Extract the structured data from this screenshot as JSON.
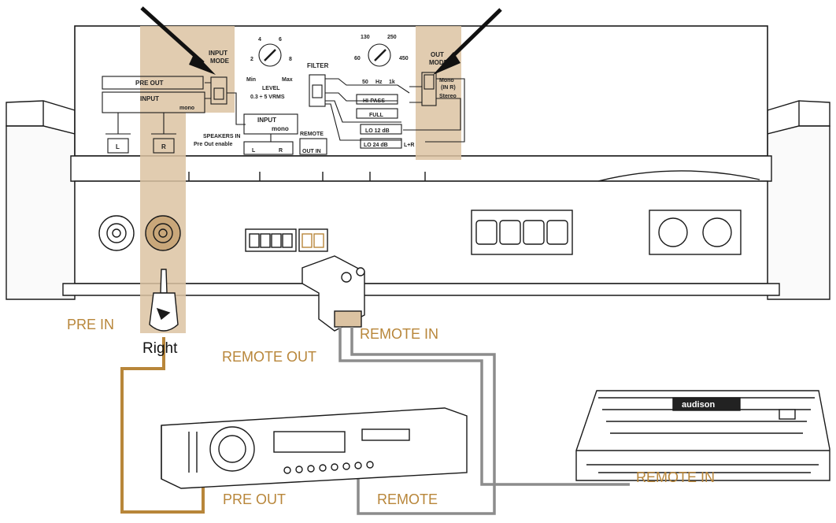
{
  "panel": {
    "input_mode": [
      "INPUT",
      "MODE"
    ],
    "pre_out": "PRE OUT",
    "input": "INPUT",
    "input_mono_suffix": "mono",
    "left_terminal": "L",
    "right_terminal": "R",
    "level_scale": [
      "2",
      "4",
      "6",
      "8"
    ],
    "level_min": "Min",
    "level_max": "Max",
    "level_label": "LEVEL",
    "level_range": "0.3 ÷ 5 VRMS",
    "filter": "FILTER",
    "freq_scale": [
      "130",
      "250",
      "60",
      "450"
    ],
    "freq_bottom": [
      "50",
      "Hz",
      "1k"
    ],
    "hi_pass": "HI-PASS",
    "full": "FULL",
    "lo_12": "LO 12 dB",
    "lo_24": "LO 24 dB",
    "l_plus_r": "L+R",
    "out_mode": [
      "OUT",
      "MODE"
    ],
    "mono": "Mono",
    "mono_sub": "(IN R)",
    "stereo": "Stereo",
    "input_box": [
      "INPUT",
      "mono"
    ],
    "speakers_in": "SPEAKERS IN",
    "pre_out_enable": "Pre Out enable",
    "speaker_l": "L",
    "speaker_r": "R",
    "remote": "REMOTE",
    "out_in": "OUT IN"
  },
  "callouts": {
    "pre_in": "PRE IN",
    "right": "Right",
    "remote_out": "REMOTE OUT",
    "remote_in_top": "REMOTE IN",
    "pre_out": "PRE OUT",
    "remote": "REMOTE",
    "remote_in_bottom": "REMOTE IN"
  },
  "devices": {
    "amplifier_brand": "audison"
  },
  "colors": {
    "highlight": "#dcc3a2",
    "gold_wire": "#b8863a",
    "gray_wire": "#8c8c8c",
    "line": "#1a1a1a"
  }
}
